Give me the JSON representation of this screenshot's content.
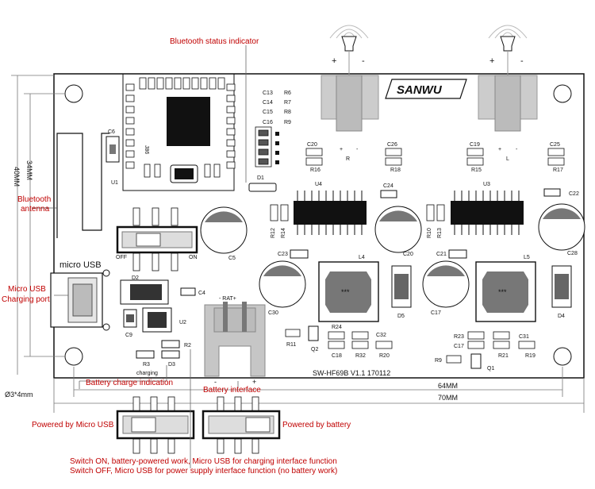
{
  "annotations": {
    "bt_status": "Bluetooth status indicator",
    "bt_antenna_1": "Bluetooth",
    "bt_antenna_2": "antenna",
    "usb_port_1": "Micro USB",
    "usb_port_2": "Charging port",
    "charge_ind": "Battery charge indication",
    "battery_if": "Battery interface",
    "powered_usb": "Powered by  Micro USB",
    "powered_batt": "Powered by  battery",
    "note_on": "Switch ON, battery-powered work, Micro USB for charging interface function",
    "note_off": "Switch OFF, Micro USB for power supply interface function (no battery work)"
  },
  "board": {
    "brand": "SANWU",
    "model": "SW-HF69B  V1.1  170112",
    "micro_usb": "micro USB",
    "off": "OFF",
    "on": "ON",
    "charging": "charging",
    "rat": "- RAT+",
    "stars": "***"
  },
  "dims": {
    "h34": "34MM",
    "h40": "40MM",
    "w64": "64MM",
    "w70": "70MM",
    "hole": "Ø3*4mm"
  },
  "speakers": {
    "plus": "+",
    "minus": "-",
    "R": "R",
    "L": "L"
  },
  "refs": {
    "C6": "C6",
    "U1": "U1",
    "J86": "J86",
    "D1": "D1",
    "C13": "C13",
    "C14": "C14",
    "C15": "C15",
    "C16": "C16",
    "R6": "R6",
    "R7": "R7",
    "R8": "R8",
    "R9": "R9",
    "C20a": "C20",
    "R16": "R16",
    "C26": "C26",
    "R18": "R18",
    "C19": "C19",
    "R15": "R15",
    "C25": "C25",
    "R17": "R17",
    "U4": "U4",
    "U3": "U3",
    "C24": "C24",
    "C22": "C22",
    "R12": "R12",
    "R14": "R14",
    "R10": "R10",
    "R13": "R13",
    "C5": "C5",
    "C20b": "C20",
    "C28": "C28",
    "C23": "C23",
    "L4": "L4",
    "C21": "C21",
    "L5": "L5",
    "C30": "C30",
    "C17a": "C17",
    "D5": "D5",
    "D4": "D4",
    "D2": "D2",
    "C4": "C4",
    "C9": "C9",
    "U2": "U2",
    "R2": "R2",
    "R3": "R3",
    "D3": "D3",
    "R11": "R11",
    "Q2": "Q2",
    "R24": "R24",
    "C32": "C32",
    "C18": "C18",
    "R32": "R32",
    "R20": "R20",
    "R23": "R23",
    "C31": "C31",
    "C17b": "C17",
    "R21": "R21",
    "R19": "R19",
    "R9b": "R9",
    "Q1": "Q1"
  }
}
